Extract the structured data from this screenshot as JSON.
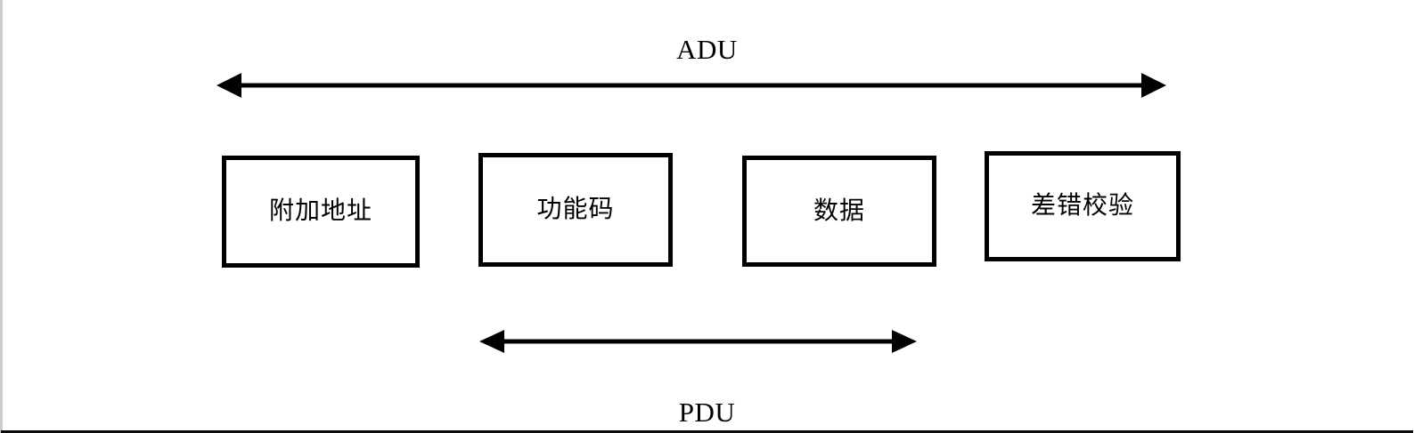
{
  "diagram": {
    "title_top": "ADU",
    "title_bottom": "PDU",
    "top_span_label": "ADU",
    "bottom_span_label": "PDU",
    "boxes": [
      {
        "label": "附加地址"
      },
      {
        "label": "功能码"
      },
      {
        "label": "数据"
      },
      {
        "label": "差错校验"
      }
    ],
    "arrows": [
      {
        "name": "adu-span-arrow",
        "label": "ADU",
        "style": "double-headed"
      },
      {
        "name": "pdu-span-arrow",
        "label": "PDU",
        "style": "double-headed"
      }
    ],
    "colors": {
      "stroke": "#000000",
      "background": "#ffffff",
      "frame_rule": "#0a0a0a"
    }
  }
}
